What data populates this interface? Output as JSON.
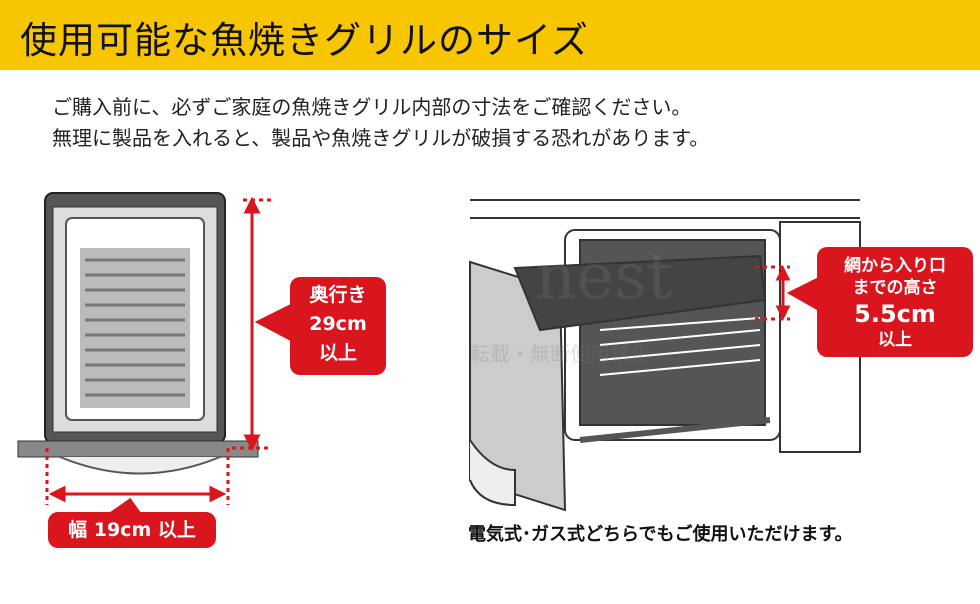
{
  "header": {
    "title": "使用可能な魚焼きグリルのサイズ"
  },
  "intro": {
    "line1": "ご購入前に、必ずご家庭の魚焼きグリル内部の寸法をご確認ください。",
    "line2": "無理に製品を入れると、製品や魚焼きグリルが破損する恐れがあります。"
  },
  "depth_callout": {
    "line1": "奥行き",
    "line2": "29cm",
    "line3": "以上"
  },
  "width_callout": {
    "label": "幅 19cm 以上"
  },
  "height_callout": {
    "line1": "網から入り口",
    "line2": "までの高さ",
    "line3": "5.5cm",
    "line4": "以上"
  },
  "caption": "電気式･ガス式どちらでもご使用いただけます。",
  "watermark": {
    "logo": "nest",
    "notice": "転載・無断使用禁止"
  },
  "colors": {
    "header": "#f7c600",
    "accent_red": "#d9151e"
  }
}
